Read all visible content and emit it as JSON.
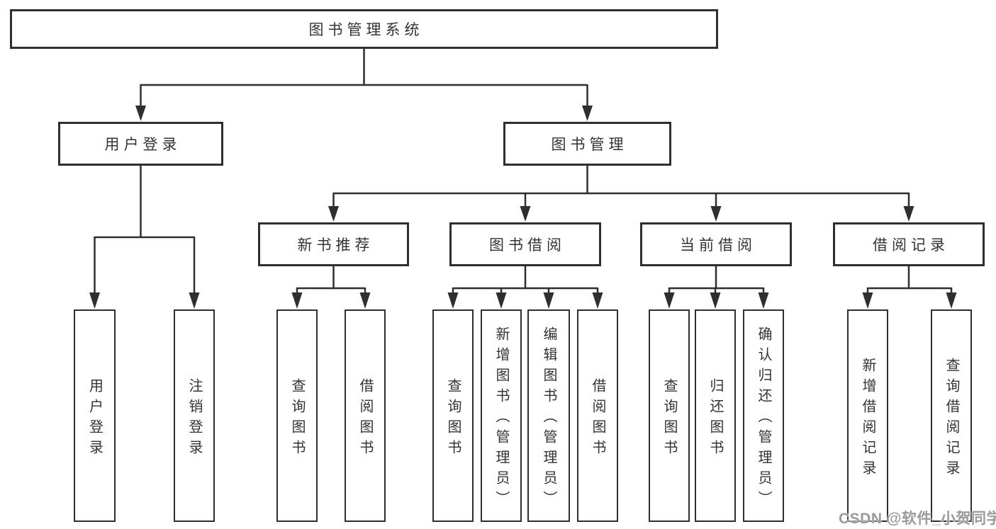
{
  "diagram_type": "hierarchy",
  "style": {
    "background": "#ffffff",
    "line_color": "#2f2f2f",
    "box_border_color": "#2f2f2f",
    "box_fill": "#ffffff",
    "text_color": "#333333",
    "watermark_color": "#9a9a9a"
  },
  "watermark": {
    "text": "CSDN @软件_小贺同学"
  },
  "tree": {
    "label": "图书管理系统",
    "children": [
      {
        "label": "用户登录",
        "children": [
          {
            "label": "用户登录"
          },
          {
            "label": "注销登录"
          }
        ]
      },
      {
        "label": "图书管理",
        "children": [
          {
            "label": "新书推荐",
            "children": [
              {
                "label": "查询图书"
              },
              {
                "label": "借阅图书"
              }
            ]
          },
          {
            "label": "图书借阅",
            "children": [
              {
                "label": "查询图书"
              },
              {
                "label": "新增图书（管理员）"
              },
              {
                "label": "编辑图书（管理员）"
              },
              {
                "label": "借阅图书"
              }
            ]
          },
          {
            "label": "当前借阅",
            "children": [
              {
                "label": "查询图书"
              },
              {
                "label": "归还图书"
              },
              {
                "label": "确认归还（管理员）"
              }
            ]
          },
          {
            "label": "借阅记录",
            "children": [
              {
                "label": "新增借阅记录"
              },
              {
                "label": "查询借阅记录"
              }
            ]
          }
        ]
      }
    ]
  }
}
